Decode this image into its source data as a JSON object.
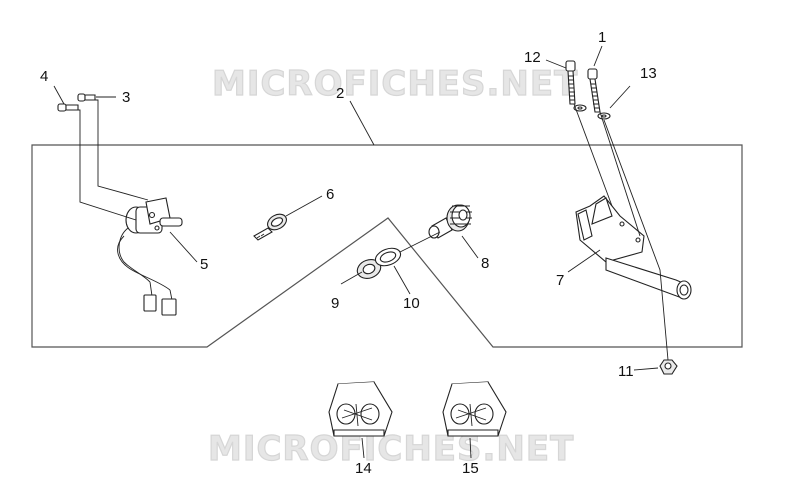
{
  "watermark": {
    "top_text": "MICROFICHES.NET",
    "bottom_text": "MICROFICHES.NET"
  },
  "callouts": {
    "c1": "1",
    "c2": "2",
    "c3": "3",
    "c4": "4",
    "c5": "5",
    "c6": "6",
    "c7": "7",
    "c8": "8",
    "c9": "9",
    "c10": "10",
    "c11": "11",
    "c12": "12",
    "c13": "13",
    "c14": "14",
    "c15": "15"
  }
}
